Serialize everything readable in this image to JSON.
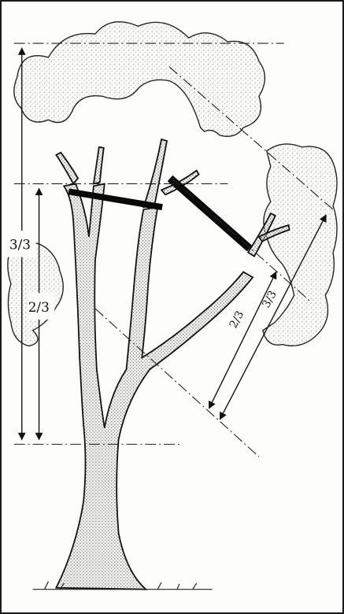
{
  "diagram": {
    "labels": {
      "left_total": "3/3",
      "left_part": "2/3",
      "right_total": "3/3",
      "right_part": "2/3"
    },
    "colors": {
      "ink": "#111111",
      "paper": "#fdfdfb",
      "cable": "#0a0a0a"
    }
  }
}
